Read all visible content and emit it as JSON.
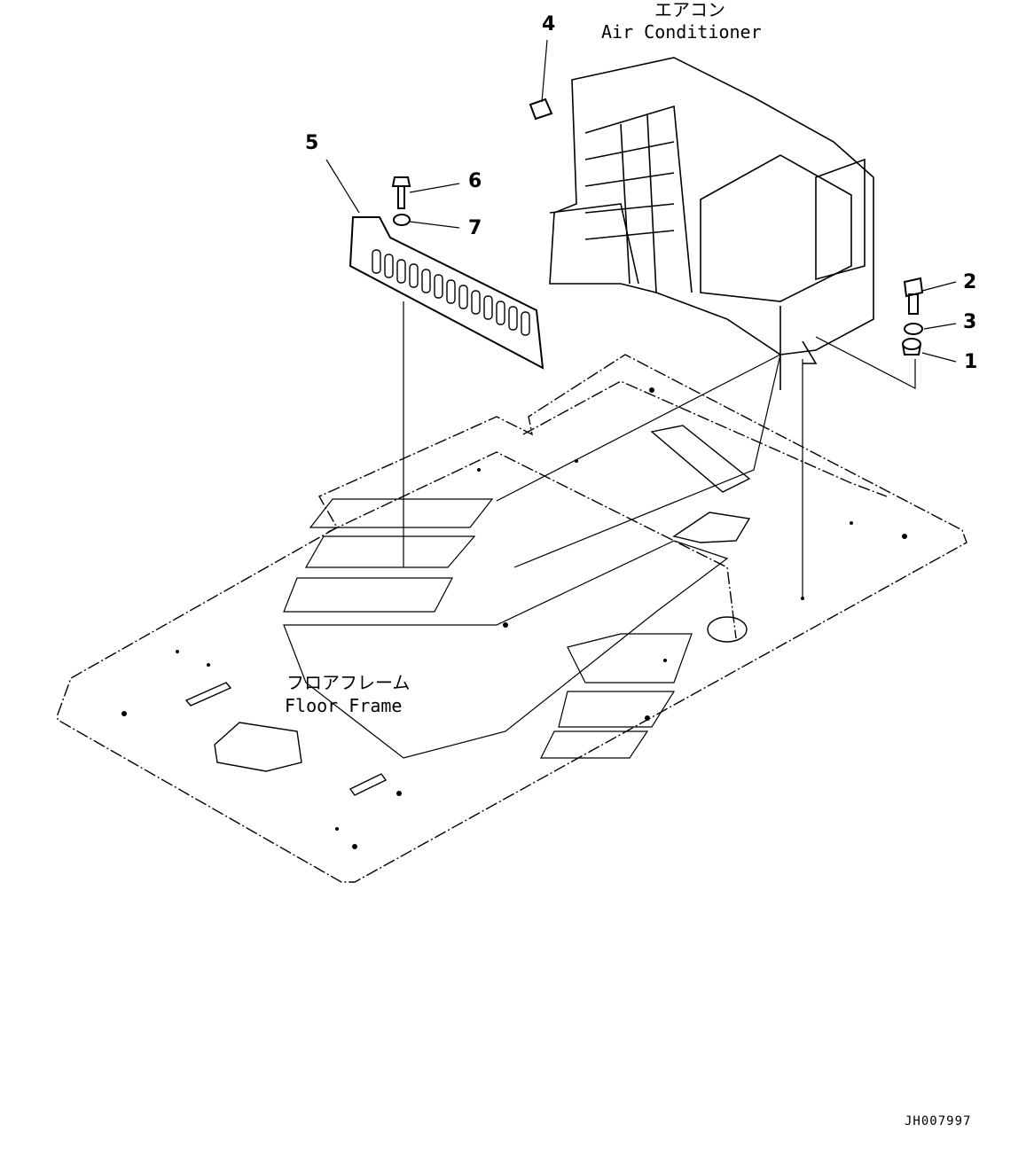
{
  "labels": {
    "air_conditioner_jp": "エアコン",
    "air_conditioner_en": "Air Conditioner",
    "floor_frame_jp": "フロアフレーム",
    "floor_frame_en": "Floor Frame"
  },
  "callouts": [
    "1",
    "2",
    "3",
    "4",
    "5",
    "6",
    "7"
  ],
  "drawing_code": "JH007997"
}
